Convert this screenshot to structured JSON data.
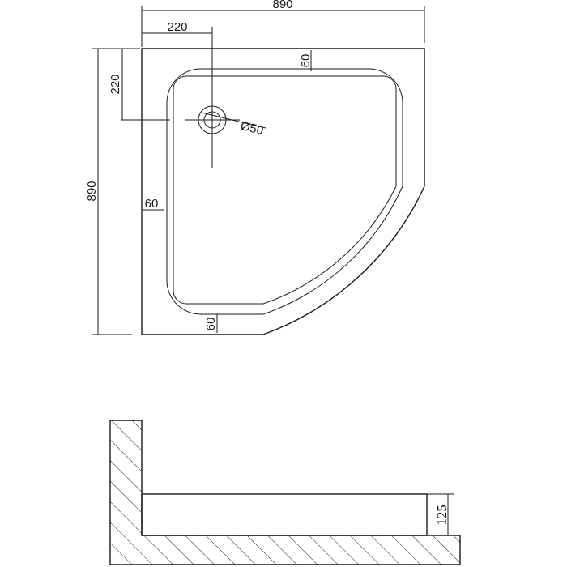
{
  "plan_view": {
    "dimensions": {
      "width": "890",
      "depth": "890",
      "drain_offset_x": "220",
      "drain_offset_y": "220",
      "rim_top": "60",
      "rim_left": "60",
      "rim_bottom": "60",
      "drain_diameter": "Ø50"
    }
  },
  "section_view": {
    "dimensions": {
      "height": "125"
    }
  },
  "colors": {
    "line": "#1a1a1a",
    "background": "#ffffff"
  }
}
